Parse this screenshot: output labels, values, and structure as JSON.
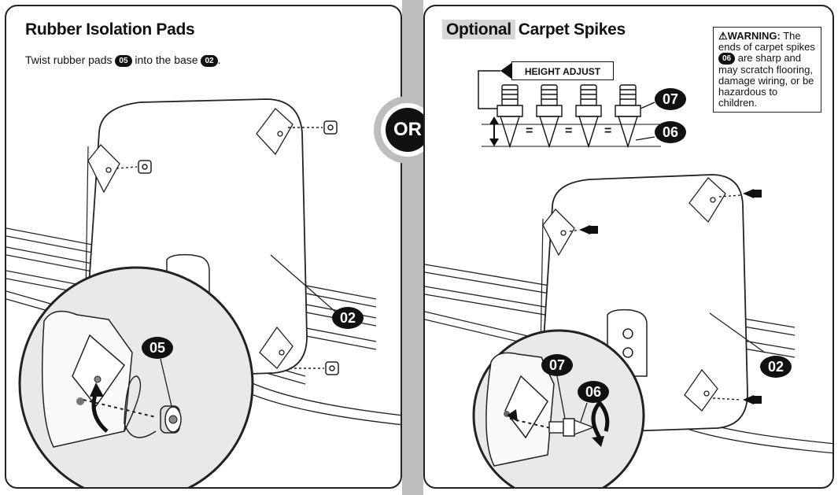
{
  "left": {
    "title": "Rubber Isolation Pads",
    "instruction_pre": "Twist rubber pads",
    "instruction_part1": "05",
    "instruction_mid": "into the base",
    "instruction_part2": "02",
    "instruction_end": ".",
    "callout_base": "02",
    "callout_pad": "05"
  },
  "right": {
    "title_optional": "Optional",
    "title_rest": "Carpet Spikes",
    "height_adjust": "HEIGHT ADJUST",
    "equals": [
      "=",
      "=",
      "="
    ],
    "callout_nut": "07",
    "callout_spike": "06",
    "callout_base": "02",
    "zoom_callout_nut": "07",
    "zoom_callout_spike": "06",
    "warning": {
      "heading": "WARNING:",
      "line1": "The ends of carpet spikes",
      "part": "06",
      "line2": "are sharp and may scratch flooring, damage wiring, or be hazardous to children."
    }
  },
  "divider": {
    "label": "OR"
  },
  "colors": {
    "ink": "#111111",
    "divider": "#bdbdbd",
    "tag": "#d7d7d7",
    "zoom_fill": "#e9e9e9"
  },
  "icons": [
    "warning-triangle-icon",
    "up-down-arrow-icon",
    "rotate-arrow-icon"
  ]
}
